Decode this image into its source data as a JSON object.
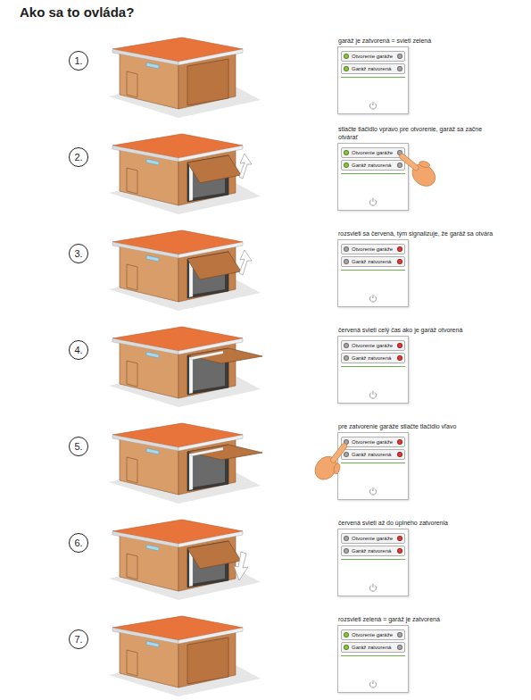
{
  "diagram": {
    "title": "Ako sa to ovládа?",
    "nodes": [
      {
        "text": [
          "1."
        ]
      },
      {
        "text": [
          "garáž je zatvorená = svieti zelená"
        ]
      },
      {
        "text": [
          "Otvorenie garáže"
        ],
        "in": 1
      },
      {
        "text": [
          "Garáž zatvorená"
        ],
        "in": 1
      },
      {
        "text": [
          "2."
        ]
      },
      {
        "text": [
          "stlačte tlačidlo vpravo pre otvorenie, garáž sa začne otvárať"
        ]
      },
      {
        "text": [
          "Otvorenie garáže"
        ],
        "in": 5
      },
      {
        "text": [
          "Garáž zatvorená"
        ],
        "in": 5
      },
      {
        "text": [
          "3."
        ]
      },
      {
        "text": [
          "rozsvieti sa červená, tým signalizuje, že garáž sa otvára"
        ]
      },
      {
        "text": [
          "Otvorenie garáže"
        ],
        "in": 9
      },
      {
        "text": [
          "Garáž zatvorená"
        ],
        "in": 9
      },
      {
        "text": [
          "4."
        ]
      },
      {
        "text": [
          "červená svieti celý čas ako je garáž otvorená"
        ]
      },
      {
        "text": [
          "Otvorenie garáže"
        ],
        "in": 13
      },
      {
        "text": [
          "Garáž zatvorená"
        ],
        "in": 13
      },
      {
        "text": [
          "5."
        ]
      },
      {
        "text": [
          "pre zatvorenie garáže stlačte tlačidlo vľavo"
        ]
      },
      {
        "text": [
          "Otvorenie garáže"
        ],
        "in": 17
      },
      {
        "text": [
          "Garáž zatvorená"
        ],
        "in": 17
      },
      {
        "text": [
          "6."
        ]
      },
      {
        "text": [
          "červená svieti až do úplného zatvorenia"
        ]
      },
      {
        "text": [
          "Otvorenie garáže"
        ],
        "in": 21
      },
      {
        "text": [
          "Garáž zatvorená"
        ],
        "in": 21
      },
      {
        "text": [
          "7."
        ]
      },
      {
        "text": [
          "rozsvieti zelená = garáž je zatvorená"
        ]
      },
      {
        "text": [
          "Otvorenie garáže"
        ],
        "in": 25
      },
      {
        "text": [
          "Garáž zatvorená"
        ],
        "in": 25
      }
    ]
  }
}
